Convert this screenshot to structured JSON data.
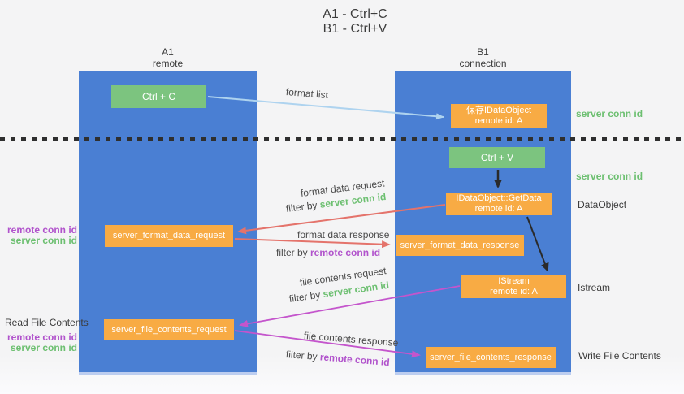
{
  "title": {
    "line1": "A1 - Ctrl+C",
    "line2": "B1 - Ctrl+V"
  },
  "lifelines": {
    "left": {
      "name": "A1",
      "role": "remote"
    },
    "right": {
      "name": "B1",
      "role": "connection"
    }
  },
  "boxes": {
    "ctrl_c": {
      "label": "Ctrl + C"
    },
    "ctrl_v": {
      "label": "Ctrl + V"
    },
    "save_idataobject": {
      "line1": "保存IDataObject",
      "line2": "remote id: A"
    },
    "getdata": {
      "line1": "IDataObject::GetData",
      "line2": "remote id: A"
    },
    "format_request": {
      "label": "server_format_data_request"
    },
    "format_response": {
      "label": "server_format_data_response"
    },
    "istream": {
      "line1": "IStream",
      "line2": "remote id: A"
    },
    "file_request": {
      "label": "server_file_contents_request"
    },
    "file_response": {
      "label": "server_file_contents_response"
    }
  },
  "messages": {
    "format_list": {
      "text": "format list"
    },
    "format_request": {
      "text": "format data request",
      "filter_prefix": "filter by ",
      "filter_key": "server conn id"
    },
    "format_response": {
      "text": "format data response",
      "filter_prefix": "filter by ",
      "filter_key": "remote conn id"
    },
    "file_request": {
      "text": "file contents request",
      "filter_prefix": "filter by ",
      "filter_key": "server conn id"
    },
    "file_response": {
      "text": "file contents response",
      "filter_prefix": "filter by ",
      "filter_key": "remote conn id"
    }
  },
  "annotations": {
    "right": {
      "server_conn_top": "server conn id",
      "server_conn_mid": "server conn id",
      "data_object": "DataObject",
      "istream": "Istream",
      "write_file": "Write File Contents"
    },
    "left": {
      "format_remote": "remote conn id",
      "format_server": "server conn id",
      "read_file": "Read File Contents",
      "file_remote": "remote conn id",
      "file_server": "server conn id"
    }
  },
  "colors": {
    "bg": "#f4f4f5",
    "lifeline-blue": "#4a7fd3",
    "box-green": "#7cc47f",
    "box-orange": "#f8ab44",
    "arrow-lightblue": "#aed3ef",
    "arrow-salmon": "#e4736b",
    "arrow-magenta": "#c455cc",
    "arrow-black": "#2a2a2a",
    "text-green": "#6cbf70",
    "text-purple": "#b153cc",
    "text-ink": "#3c3c3c"
  }
}
